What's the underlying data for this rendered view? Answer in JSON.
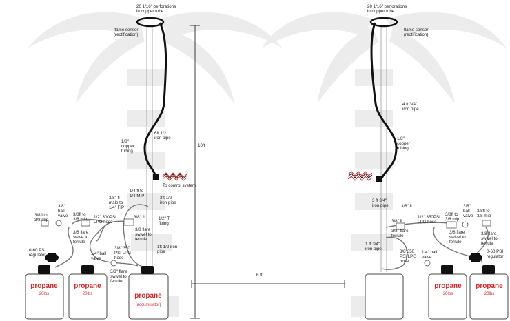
{
  "left": {
    "perforations": "20 1/16\" perforations\nin copper tube",
    "flame_sensor": "flame sensor\n(rectification)",
    "copper_tubing": "1/8\"\ncopper\ntubing",
    "iron_pipe_6ft": "6ft 1/2\niron pipe",
    "height_10ft": "10ft",
    "to_control": "To control system",
    "fl_to_mip_quarter": "1/4 fl to\n1/4 MIP",
    "fl_male_fip": "3/8\" fl\nmale to\n1/4\" FIP",
    "iron_pipe_3ft": "3ft 1/2\niron pipe",
    "fl_38": "3/8\" fl",
    "t_fitting": "1/2\" T\nfitting",
    "lpg_300": "1/2\" 300PSI\nLPG hose",
    "flare_swivel_a": "3/8 flare\nswivel to\nferrule",
    "ball_valve_38": "3/8\"\nball\nvalve",
    "fl_to_mip_a": "3/8fl to\n3/8 mip",
    "fl_to_mip_b": "3/8fl to\n3/8 mip",
    "flare_swivel_b": "3/8 flare\nswive to\nferrule",
    "lpg_350": "3/8\" 350\nPSI LPG\nhose",
    "iron_pipe_1ft": "1ft 1/2 iron\npipe",
    "ball_valve_14": "1/4\" ball\nvalve",
    "flare_swivel_c": "3/8\" flare\nswivel to\nferrule",
    "regulator": "0-60 PSI\nregulator",
    "tanks": [
      {
        "name": "propane",
        "size": "20lbs"
      },
      {
        "name": "propane",
        "size": "20lbs"
      },
      {
        "name": "propane",
        "size": "(accumulator)"
      }
    ]
  },
  "middle": {
    "distance": "6 ft"
  },
  "right": {
    "perforations": "20 1/16\" perforations\nin copper tube",
    "flame_sensor": "flame sensor\n(rectification)",
    "iron_pipe_4ft": "4 ft 3/4\"\niron pipe",
    "copper_tubing": "1/8\"\ncopper\ntubing",
    "fl_38": "3/8\" fl",
    "iron_pipe_3ft": "3 ft 3/4\"\niron pipe",
    "fl_38_b": "3/8\" fl",
    "lpg_350": "1/2\" 350PSI\nLPG hose",
    "flare_swivel_a": "3/8\" flare\nferrule",
    "ball_valve_38": "3/8\"\nball\nvalve",
    "fl_to_mip_a": "3/8fl to\n3/8 mip",
    "fl_to_mip_b": "3/8fl to\n3/8 mip",
    "flare_swivel_b": "3/8 flare\nswivel to\nferrule",
    "flare_swivel_c": "3/8 flare\nswivel to\nferrule",
    "iron_pipe_1ft": "1 ft 3/4\"\niron pipe",
    "lpg_350_b": "3/8\"350\nPSI LPG\nhose",
    "ball_valve_14": "1/4\" ball\nvalve",
    "regulator": "0-60 PSI\nregulator",
    "tanks": [
      {
        "name": "propane",
        "size": "20lbs"
      },
      {
        "name": "propane",
        "size": "20lbs"
      }
    ]
  },
  "colors": {
    "hose": "#111111",
    "wire": "#d62828",
    "tank_label": "#d62828",
    "ghost": "#e4e4e4"
  }
}
